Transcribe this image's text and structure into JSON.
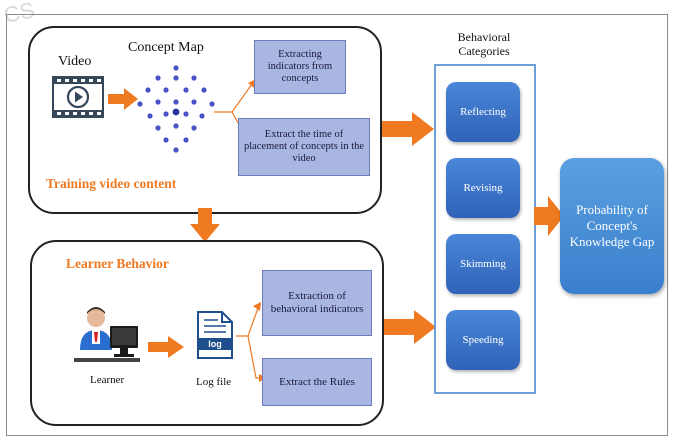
{
  "watermark": "CS",
  "training_panel": {
    "title": "Training video content",
    "video_label": "Video",
    "concept_map_label": "Concept Map",
    "box_extract_indicators": "Extracting indicators from concepts",
    "box_extract_time": "Extract the  time  of placement  of  concepts in the  video"
  },
  "learner_panel": {
    "title": "Learner Behavior",
    "learner_label": "Learner",
    "log_icon_text": "log",
    "log_file_label": "Log file",
    "box_extract_behavioral": "Extraction of behavioral indicators",
    "box_extract_rules": "Extract the Rules"
  },
  "categories": {
    "header": "Behavioral Categories",
    "items": [
      "Reflecting",
      "Revising",
      "Skimming",
      "Speeding"
    ]
  },
  "result": {
    "text": "Probability of Concept's Knowledge Gap"
  },
  "colors": {
    "accent_orange": "#f07a22",
    "category_blue": "#3a74c8",
    "box_lavender": "#aab6e2"
  },
  "icons": [
    "video-play-icon",
    "concept-map-dots-icon",
    "learner-computer-icon",
    "log-file-icon"
  ]
}
